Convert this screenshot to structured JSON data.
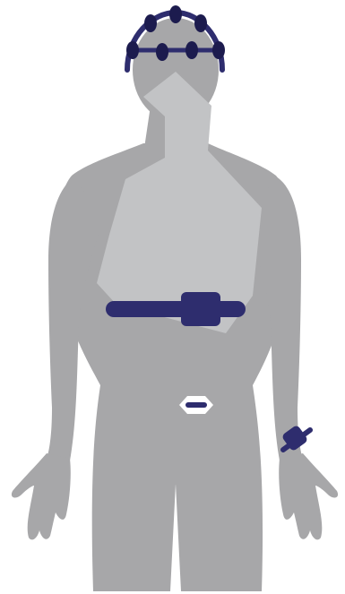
{
  "figure": {
    "colors": {
      "background": "#ffffff",
      "body": "#a7a7a9",
      "torso_highlight": "#c2c3c5",
      "device": "#2e2d6e",
      "device_dark": "#1c1b4e",
      "outline": "#ffffff"
    },
    "devices": [
      {
        "id": "eeg-cap",
        "icon": "eeg-headset-icon"
      },
      {
        "id": "chest-strap",
        "icon": "heart-rate-chest-strap-icon"
      },
      {
        "id": "abdomen-patch",
        "icon": "adhesive-patch-icon"
      },
      {
        "id": "wrist-band",
        "icon": "wristband-icon"
      }
    ]
  }
}
